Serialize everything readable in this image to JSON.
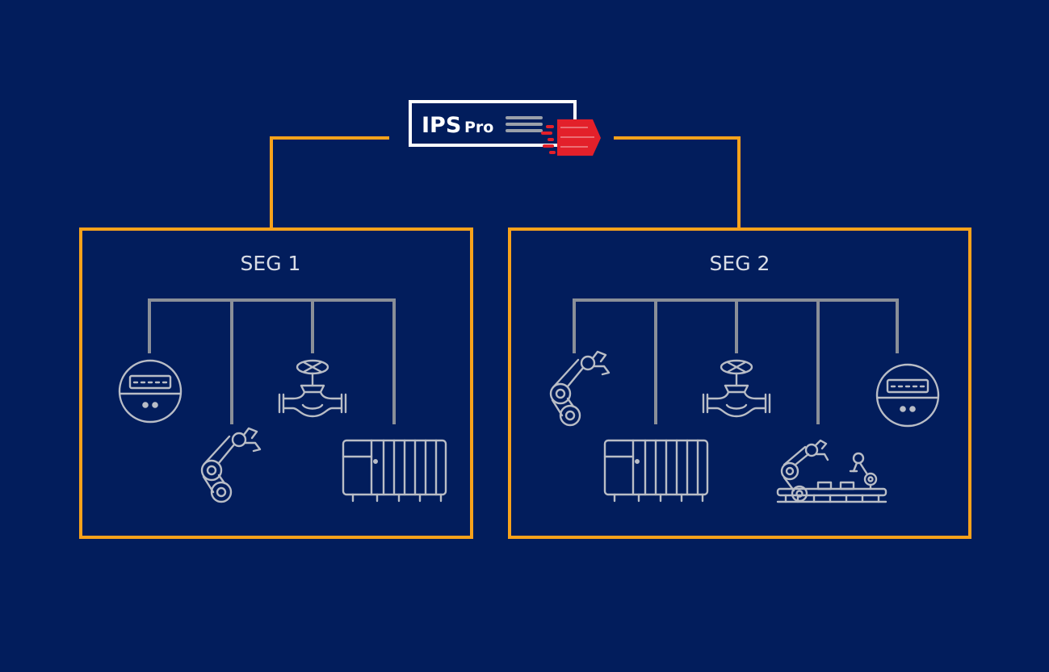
{
  "product": {
    "name": "IPS",
    "edition": "Pro"
  },
  "segments": [
    {
      "label": "SEG 1",
      "devices": [
        "meter-icon",
        "robot-arm-icon",
        "valve-icon",
        "plc-rack-icon"
      ]
    },
    {
      "label": "SEG 2",
      "devices": [
        "robot-arm-icon",
        "plc-rack-icon",
        "valve-icon",
        "assembly-line-icon",
        "meter-icon"
      ]
    }
  ],
  "colors": {
    "background": "#021d5c",
    "segment_border": "#f7a21b",
    "bus_line": "#8a8f98",
    "device_outline": "#b9bdc6",
    "logo_accent": "#e3202a"
  }
}
